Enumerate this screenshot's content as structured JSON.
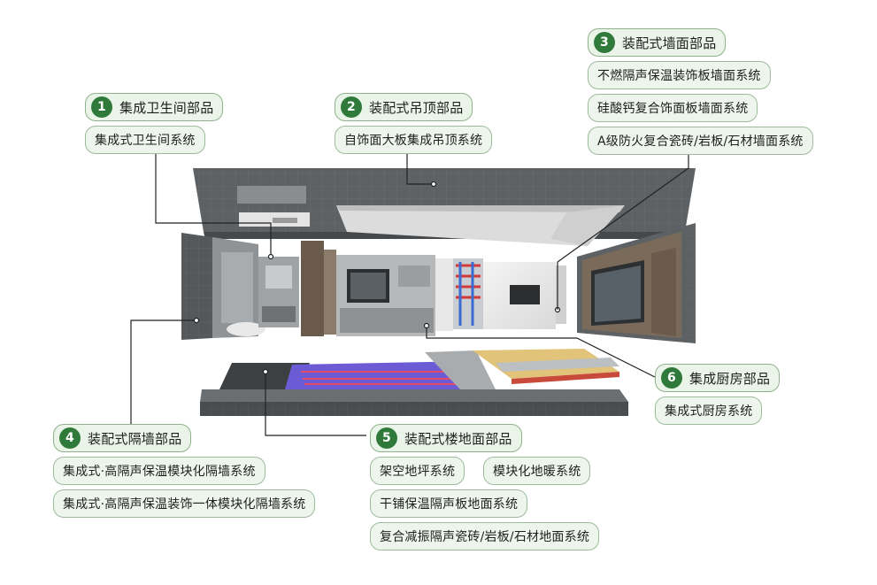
{
  "groups": [
    {
      "num": "1",
      "title": "集成卫生间部品",
      "items": [
        "集成式卫生间系统"
      ]
    },
    {
      "num": "2",
      "title": "装配式吊顶部品",
      "items": [
        "自饰面大板集成吊顶系统"
      ]
    },
    {
      "num": "3",
      "title": "装配式墙面部品",
      "items": [
        "不燃隔声保温装饰板墙面系统",
        "硅酸钙复合饰面板墙面系统",
        "A级防火复合瓷砖/岩板/石材墙面系统"
      ]
    },
    {
      "num": "4",
      "title": "装配式隔墙部品",
      "items": [
        "集成式·高隔声保温模块化隔墙系统",
        "集成式·高隔声保温装饰一体模块化隔墙系统"
      ]
    },
    {
      "num": "5",
      "title": "装配式楼地面部品",
      "items": [
        "架空地坪系统",
        "模块化地暖系统",
        "干铺保温隔声板地面系统",
        "复合减振隔声瓷砖/岩板/石材地面系统"
      ]
    },
    {
      "num": "6",
      "title": "集成厨房部品",
      "items": [
        "集成式厨房系统"
      ]
    }
  ],
  "colors": {
    "accent": "#2f7a3a",
    "pill_bg": "#eef5ed",
    "pill_border": "#9dbb9b"
  }
}
